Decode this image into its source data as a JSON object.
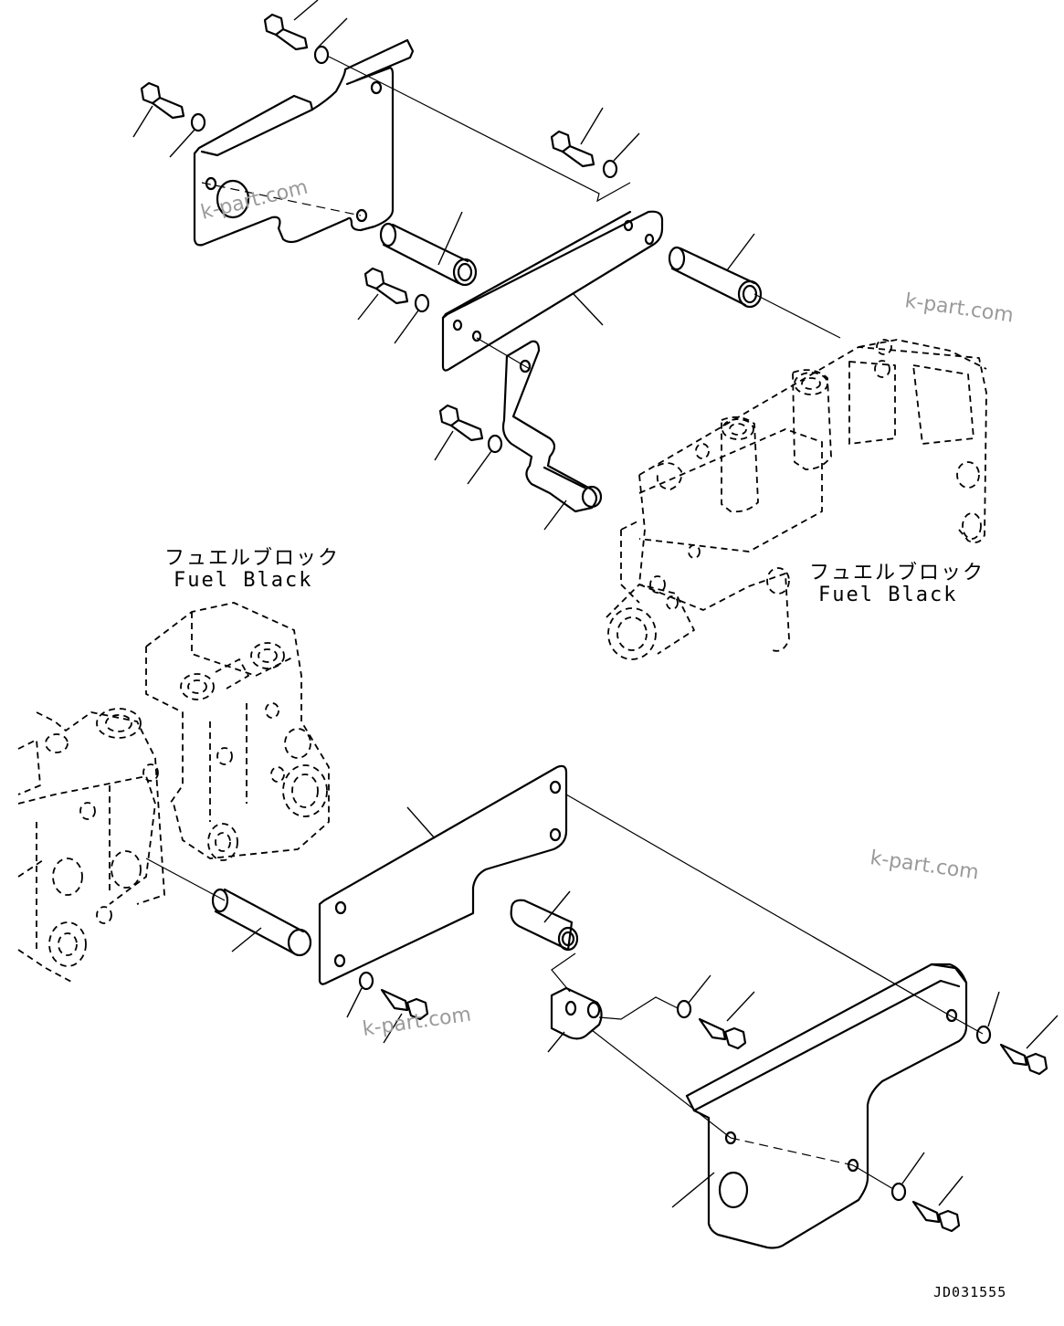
{
  "labels": {
    "fuel_block_jp": "フュエルブロック",
    "fuel_block_en": "Fuel Black"
  },
  "watermark": "k-part.com",
  "drawing_code": "JD031555"
}
